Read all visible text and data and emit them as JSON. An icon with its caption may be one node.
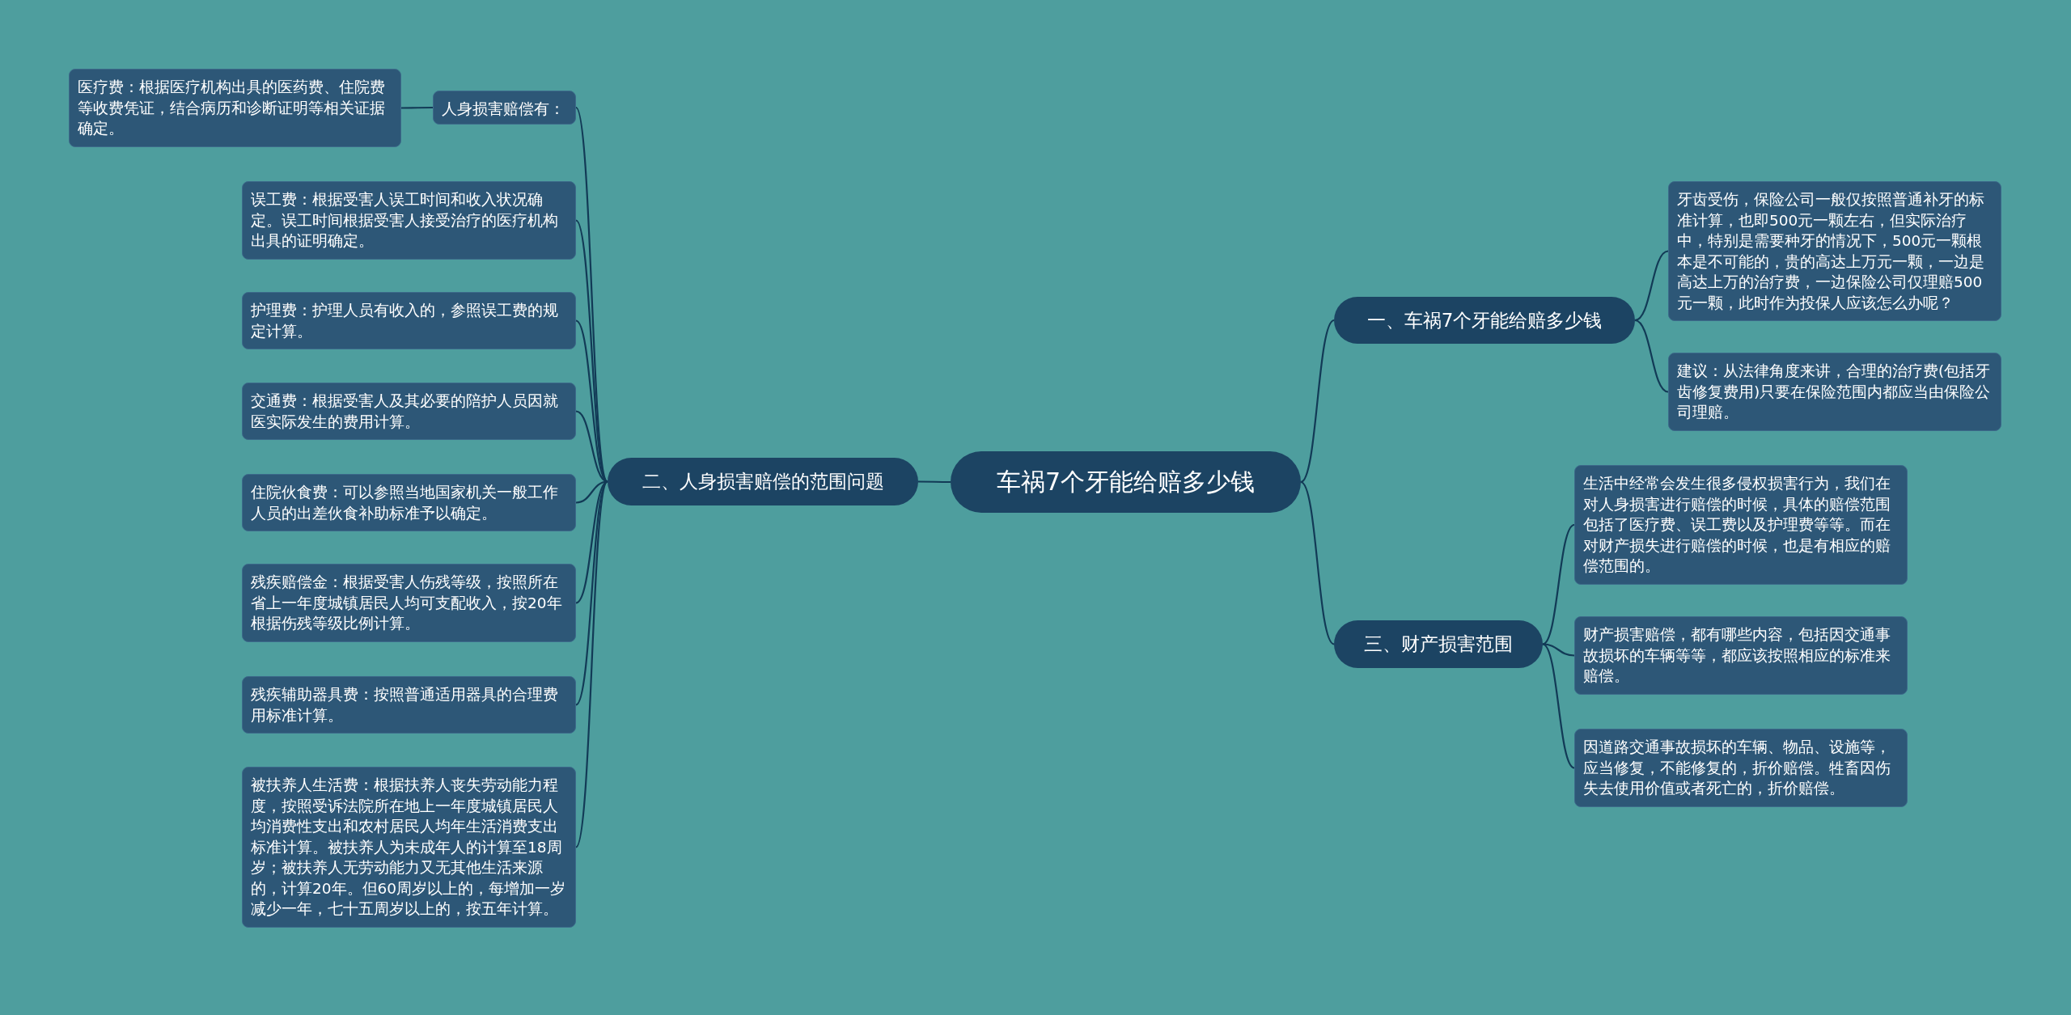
{
  "diagram": {
    "nodes": [
      {
        "text": [
          "车祸7个牙能给赔多少钱"
        ]
      },
      {
        "text": [
          "一、车祸7个牙能给赔多少钱"
        ]
      },
      {
        "text": [
          "牙齿受伤，保险公司一般仅按照普通补牙的标准计算，也即500元一颗左右，但实际治疗中，特别是需要种牙的情况下，500元一颗根本是不可能的，贵的高达上万元一颗，一边是高达上万的治疗费，一边保险公司仅理赔500元一颗，此时作为投保人应该怎么办呢？"
        ]
      },
      {
        "text": [
          "建议：从法律角度来讲，合理的治疗费(包括牙齿修复费用)只要在保险范围内都应当由保险公司理赔。"
        ]
      },
      {
        "text": [
          "二、人身损害赔偿的范围问题"
        ]
      },
      {
        "text": [
          "人身损害赔偿有："
        ]
      },
      {
        "text": [
          "医疗费：根据医疗机构出具的医药费、住院费等收费凭证，结合病历和诊断证明等相关证据确定。"
        ]
      },
      {
        "text": [
          "误工费：根据受害人误工时间和收入状况确定。误工时间根据受害人接受治疗的医疗机构出具的证明确定。"
        ]
      },
      {
        "text": [
          "护理费：护理人员有收入的，参照误工费的规定计算。"
        ]
      },
      {
        "text": [
          "交通费：根据受害人及其必要的陪护人员因就医实际发生的费用计算。"
        ]
      },
      {
        "text": [
          "住院伙食费：可以参照当地国家机关一般工作人员的出差伙食补助标准予以确定。"
        ]
      },
      {
        "text": [
          "残疾赔偿金：根据受害人伤残等级，按照所在省上一年度城镇居民人均可支配收入，按20年根据伤残等级比例计算。"
        ]
      },
      {
        "text": [
          "残疾辅助器具费：按照普通适用器具的合理费用标准计算。"
        ]
      },
      {
        "text": [
          "被扶养人生活费：根据扶养人丧失劳动能力程度，按照受诉法院所在地上一年度城镇居民人均消费性支出和农村居民人均年生活消费支出标准计算。被扶养人为未成年人的计算至18周岁；被扶养人无劳动能力又无其他生活来源的，计算20年。但60周岁以上的，每增加一岁减少一年，七十五周岁以上的，按五年计算。"
        ]
      },
      {
        "text": [
          "三、财产损害范围"
        ]
      },
      {
        "text": [
          "生活中经常会发生很多侵权损害行为，我们在对人身损害进行赔偿的时候，具体的赔偿范围包括了医疗费、误工费以及护理费等等。而在对财产损失进行赔偿的时候，也是有相应的赔偿范围的。"
        ]
      },
      {
        "text": [
          "财产损害赔偿，都有哪些内容，包括因交通事故损坏的车辆等等，都应该按照相应的标准来赔偿。"
        ]
      },
      {
        "text": [
          "因道路交通事故损坏的车辆、物品、设施等，应当修复，不能修复的，折价赔偿。牲畜因伤失去使用价值或者死亡的，折价赔偿。"
        ]
      }
    ],
    "edges": [
      {
        "from": 0,
        "to": 1,
        "arrow": "none"
      },
      {
        "from": 1,
        "to": 2,
        "arrow": "none"
      },
      {
        "from": 1,
        "to": 3,
        "arrow": "none"
      },
      {
        "from": 0,
        "to": 4,
        "arrow": "none"
      },
      {
        "from": 4,
        "to": 5,
        "arrow": "none"
      },
      {
        "from": 5,
        "to": 6,
        "arrow": "none"
      },
      {
        "from": 4,
        "to": 7,
        "arrow": "none"
      },
      {
        "from": 4,
        "to": 8,
        "arrow": "none"
      },
      {
        "from": 4,
        "to": 9,
        "arrow": "none"
      },
      {
        "from": 4,
        "to": 10,
        "arrow": "none"
      },
      {
        "from": 4,
        "to": 11,
        "arrow": "none"
      },
      {
        "from": 4,
        "to": 12,
        "arrow": "none"
      },
      {
        "from": 4,
        "to": 13,
        "arrow": "none"
      },
      {
        "from": 0,
        "to": 14,
        "arrow": "none"
      },
      {
        "from": 14,
        "to": 15,
        "arrow": "none"
      },
      {
        "from": 14,
        "to": 16,
        "arrow": "none"
      },
      {
        "from": 14,
        "to": 17,
        "arrow": "none"
      }
    ]
  }
}
